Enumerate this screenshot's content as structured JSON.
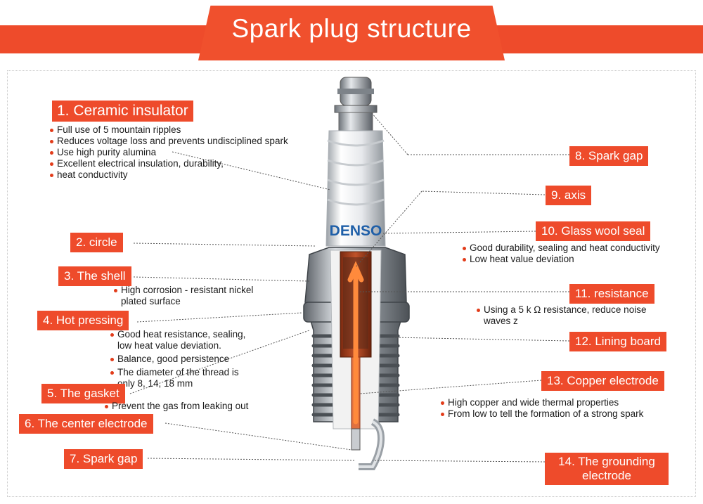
{
  "title": "Spark plug structure",
  "brand": "DENSO",
  "colors": {
    "accent": "#ee4b2b",
    "leader": "#555555",
    "bullet": "#e23c1a"
  },
  "parts": [
    {
      "id": 1,
      "label": "1. Ceramic insulator",
      "notes": [
        "Full use of 5 mountain ripples",
        "Reduces voltage loss and prevents undisciplined spark",
        "Use high purity alumina",
        "Excellent electrical insulation, durability,",
        "heat conductivity"
      ]
    },
    {
      "id": 2,
      "label": "2. circle"
    },
    {
      "id": 3,
      "label": "3. The shell",
      "notes": [
        "High corrosion - resistant nickel",
        "plated surface"
      ]
    },
    {
      "id": 4,
      "label": "4. Hot pressing",
      "notes": [
        "Good heat resistance, sealing,",
        "low heat value deviation.",
        "Balance, good persistence",
        "The diameter of the thread is",
        "only 8, 14, 18 mm"
      ]
    },
    {
      "id": 5,
      "label": "5. The gasket",
      "notes": [
        "Prevent the gas from leaking out"
      ]
    },
    {
      "id": 6,
      "label": "6. The center electrode"
    },
    {
      "id": 7,
      "label": "7. Spark gap"
    },
    {
      "id": 8,
      "label": "8. Spark gap"
    },
    {
      "id": 9,
      "label": "9. axis"
    },
    {
      "id": 10,
      "label": "10. Glass wool seal",
      "notes": [
        "Good durability, sealing and heat conductivity",
        "Low heat value deviation"
      ]
    },
    {
      "id": 11,
      "label": "11. resistance",
      "notes": [
        "Using a 5 k Ω resistance, reduce noise",
        "waves z"
      ]
    },
    {
      "id": 12,
      "label": "12. Lining board"
    },
    {
      "id": 13,
      "label": "13. Copper electrode",
      "notes": [
        "High copper and wide thermal properties",
        "From low to tell the formation of a strong spark"
      ]
    },
    {
      "id": 14,
      "label": "14. The grounding electrode",
      "label_lines": [
        "14. The grounding",
        "electrode"
      ]
    }
  ]
}
